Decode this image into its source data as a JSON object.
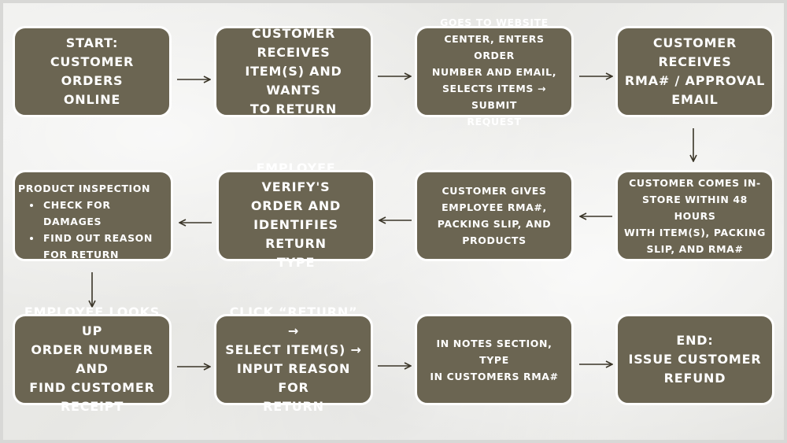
{
  "colors": {
    "box_fill": "#6b6552",
    "box_border": "#ffffff",
    "arrow": "#3a3528",
    "background": "#ecece9"
  },
  "steps": {
    "start": "Start:\nCustomer orders\nonline",
    "receives_items": "Customer receives\nitem(s) and wants\nto return",
    "website": "Goes to website\ncenter, enters order\nnumber and email,\nselects items → submit\nrequest",
    "rma_email": "Customer receives\nRMA# / approval\nemail",
    "comes_in_store": "Customer comes in-\nstore within 48 hours\nwith item(s), packing\nslip, and RMA#",
    "gives_rma": "Customer gives\nemployee RMA#,\npacking slip, and\nproducts",
    "verify_order": "Employee verify's\norder and\nidentifies return\ntype",
    "inspection": {
      "title": "Product inspection",
      "bullets": [
        "Check for damages",
        "Find out reason for return"
      ]
    },
    "lookup": "Employee looks up\norder number  and\nfind customer\nreceipt",
    "click_return": "Click “return” →\nselect item(s) →\ninput reason for\nreturn",
    "notes": "In notes section, type\nin customers RMA#",
    "end": "End:\nIssue customer\nrefund"
  }
}
